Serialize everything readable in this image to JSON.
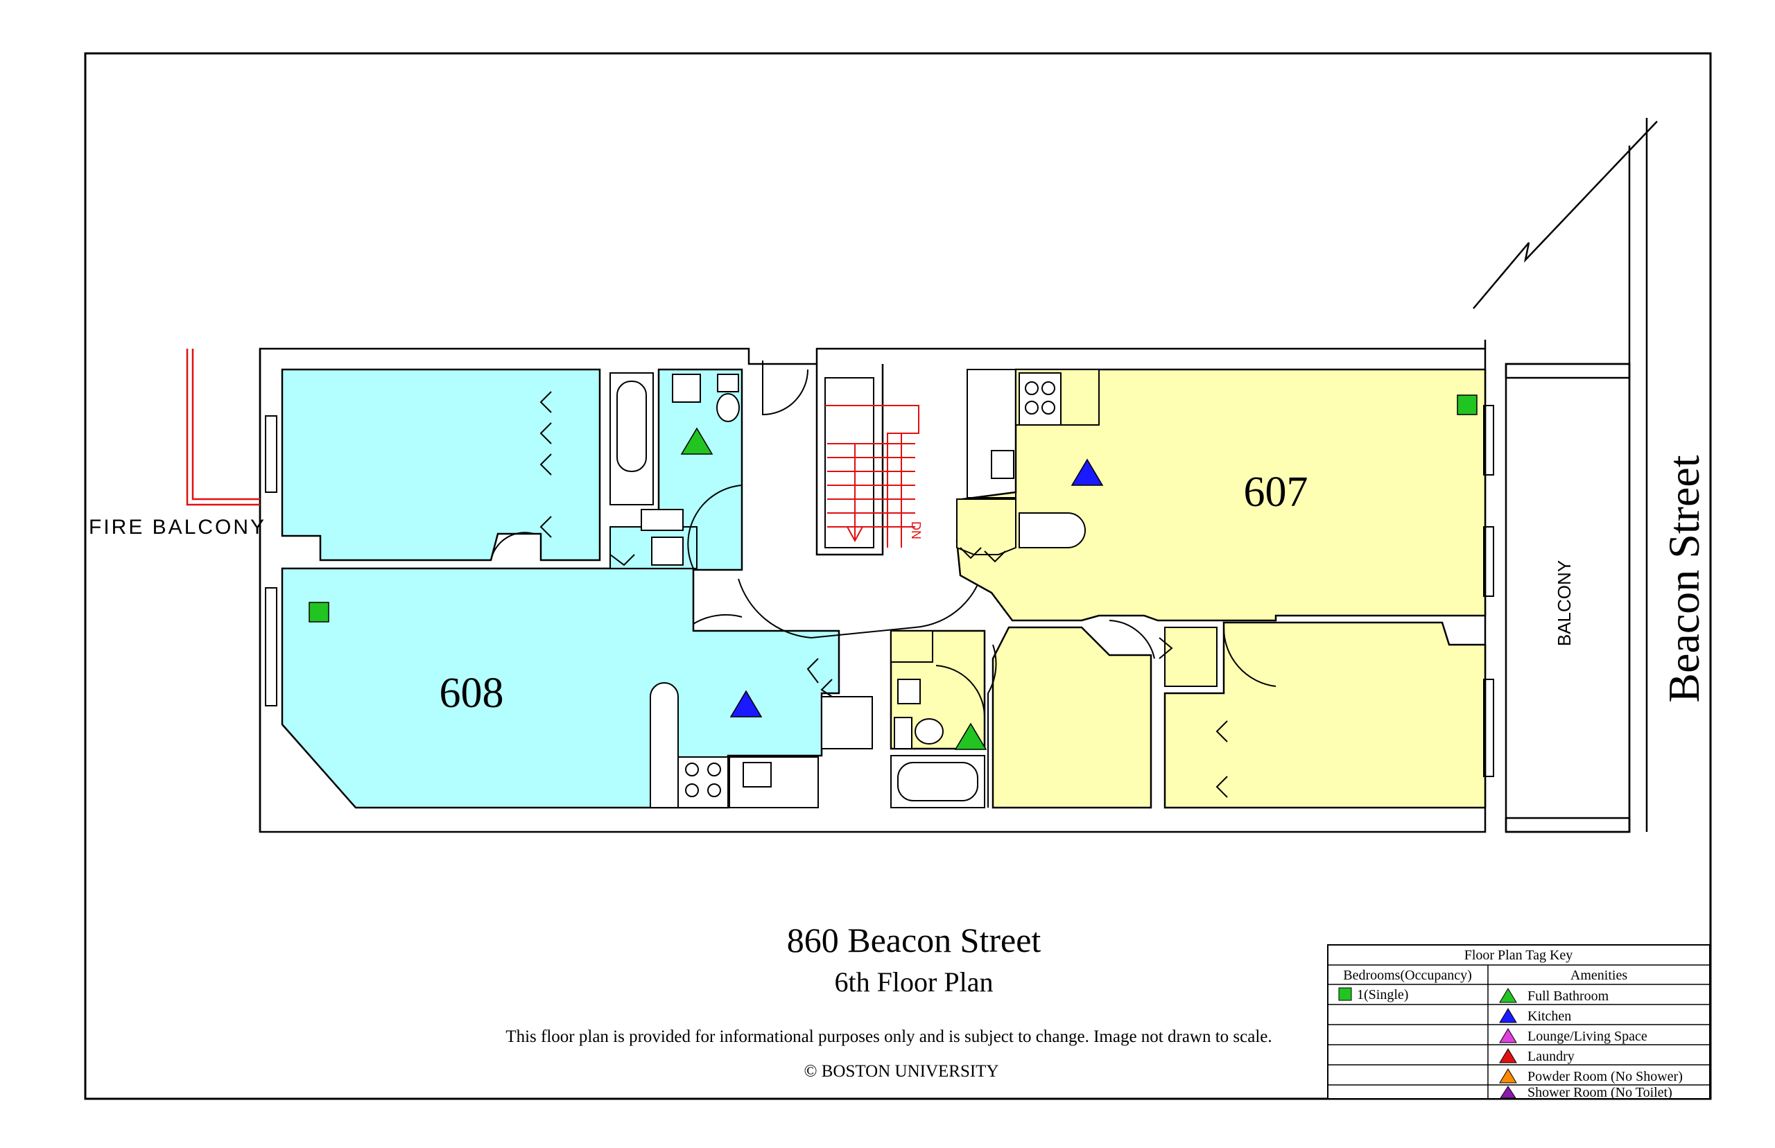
{
  "units": [
    {
      "number": "608",
      "color": "#b3ffff"
    },
    {
      "number": "607",
      "color": "#ffffb3"
    }
  ],
  "labels": {
    "fire_balcony": "FIRE BALCONY",
    "balcony": "BALCONY",
    "street": "Beacon Street",
    "stairs_dn": "DN"
  },
  "title": {
    "building": "860 Beacon Street",
    "floor": "6th Floor Plan",
    "disclaimer": "This floor plan is provided for informational purposes only and is subject to change. Image not drawn to scale.",
    "copyright": "© BOSTON UNIVERSITY"
  },
  "key": {
    "title": "Floor Plan Tag Key",
    "bedrooms_header": "Bedrooms(Occupancy)",
    "amenities_header": "Amenities",
    "bedrooms": [
      {
        "label": "1(Single)",
        "color": "#22c422"
      }
    ],
    "amenities": [
      {
        "label": "Full Bathroom",
        "color": "#22c422"
      },
      {
        "label": "Kitchen",
        "color": "#1a1aff"
      },
      {
        "label": "Lounge/Living Space",
        "color": "#e040e0"
      },
      {
        "label": "Laundry",
        "color": "#e01010"
      },
      {
        "label": "Powder Room (No Shower)",
        "color": "#ff8a00"
      },
      {
        "label": "Shower Room (No Toilet)",
        "color": "#8a1aa8"
      }
    ]
  },
  "colors": {
    "line": "#000000",
    "stairs": "#e01010",
    "bedroom_tag": "#22c422",
    "bathroom_tag": "#22c422",
    "kitchen_tag": "#1a1aff"
  }
}
